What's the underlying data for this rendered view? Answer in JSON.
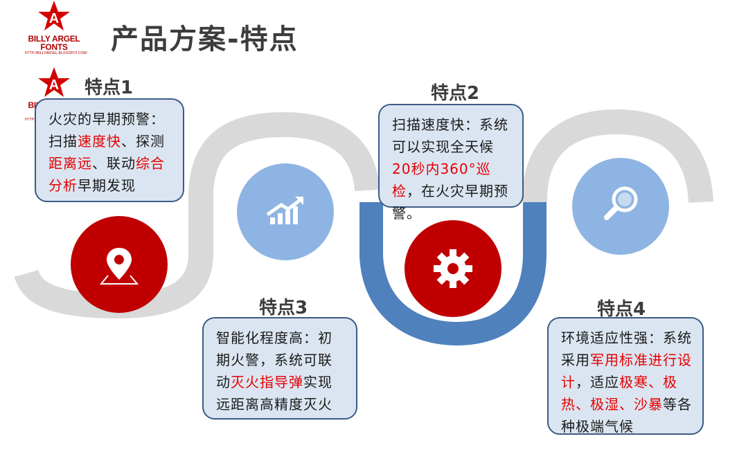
{
  "page": {
    "title": "产品方案-特点"
  },
  "logo": {
    "brand": "BILLY ARGEL FONTS",
    "url": "HTTP://BILLYARGEL.BLOGSPOT.COM/",
    "mark": "A"
  },
  "features": [
    {
      "title": "特点1",
      "segments": [
        {
          "t": "火灾的早期预警：",
          "r": false
        },
        {
          "t": "扫描",
          "r": false
        },
        {
          "t": "速度快",
          "r": true
        },
        {
          "t": "、探测",
          "r": false
        },
        {
          "t": "距离远",
          "r": true
        },
        {
          "t": "、联动",
          "r": false
        },
        {
          "t": "综合",
          "r": true
        },
        {
          "t": "分析",
          "r": true
        },
        {
          "t": "早期发现",
          "r": false
        }
      ]
    },
    {
      "title": "特点2",
      "segments": [
        {
          "t": "扫描速度快：系统可以实现全天候",
          "r": false
        },
        {
          "t": "20秒内360°巡检",
          "r": true
        },
        {
          "t": "，在火灾早期预警。",
          "r": false
        }
      ]
    },
    {
      "title": "特点3",
      "segments": [
        {
          "t": "智能化程度高：初期火警，系统可联动",
          "r": false
        },
        {
          "t": "灭火指导弹",
          "r": true
        },
        {
          "t": "实现远距离高精度灭火",
          "r": false
        }
      ]
    },
    {
      "title": "特点4",
      "segments": [
        {
          "t": "环境适应性强：系统采用",
          "r": false
        },
        {
          "t": "军用标准进行设计",
          "r": true
        },
        {
          "t": "，适应",
          "r": false
        },
        {
          "t": "极寒、极热、极湿、沙暴",
          "r": true
        },
        {
          "t": "等各种极端气候",
          "r": false
        }
      ]
    }
  ],
  "icons": [
    "location-pin-icon",
    "growth-chart-icon",
    "gear-icon",
    "magnifier-icon"
  ],
  "colors": {
    "red": "#c00000",
    "light_blue": "#8eb4e3",
    "road_gray": "#d9d9d9",
    "road_blue": "#4f81bd",
    "box_bg": "#dbe5f1",
    "box_border": "#3b5a86",
    "highlight": "#e60000"
  }
}
